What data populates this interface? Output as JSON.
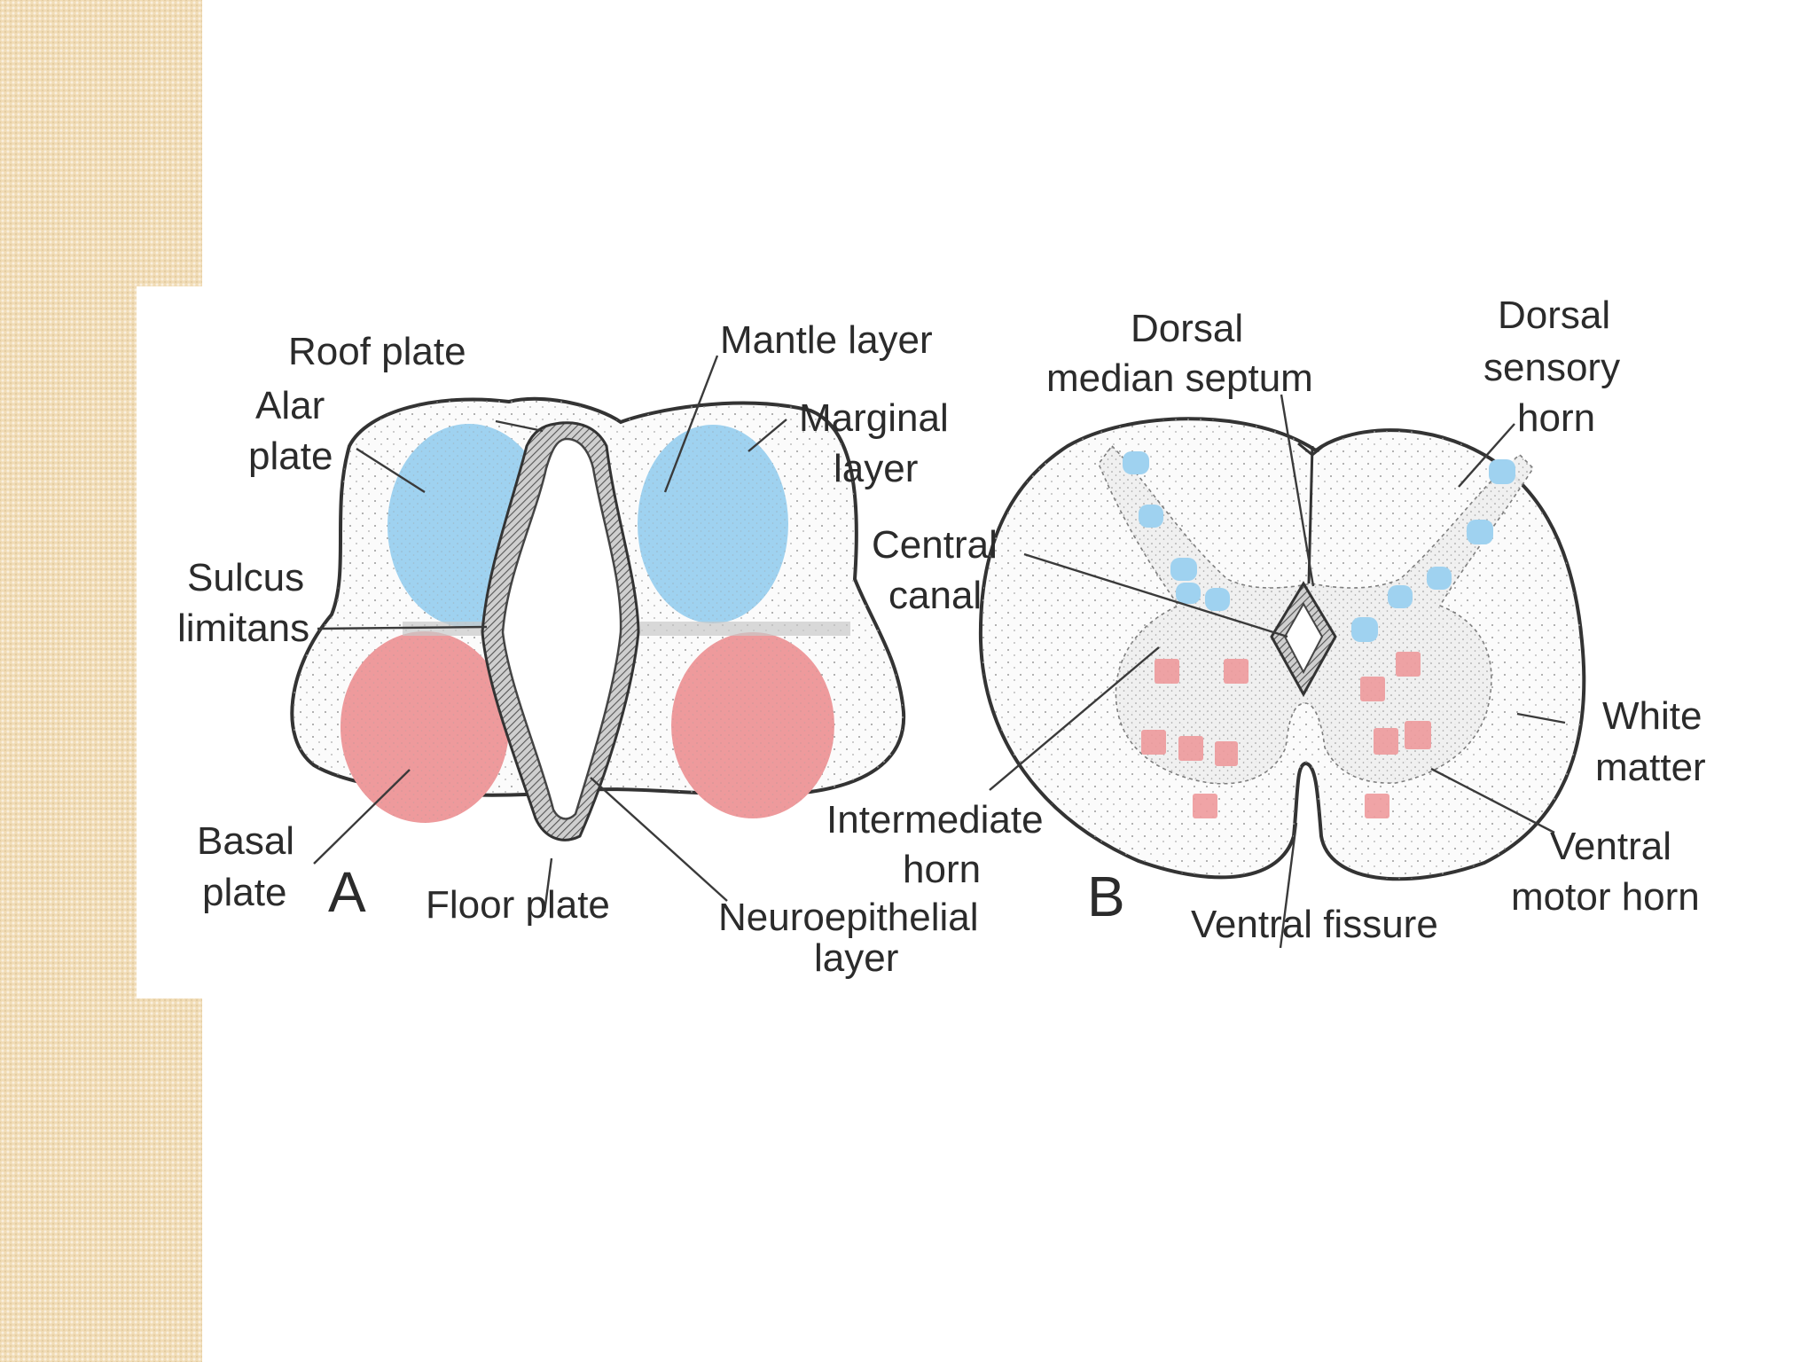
{
  "diagram": {
    "panel_a": {
      "letter": "A",
      "labels": {
        "roof_plate": "Roof plate",
        "alar_plate": [
          "Alar",
          "plate"
        ],
        "sulcus_limitans": [
          "Sulcus",
          "limitans"
        ],
        "basal_plate": [
          "Basal",
          "plate"
        ],
        "floor_plate": "Floor plate",
        "mantle_layer": "Mantle layer",
        "marginal_layer": [
          "Marginal",
          "layer"
        ],
        "neuroepithelial_layer": [
          "Neuroepithelial",
          "layer"
        ]
      }
    },
    "panel_b": {
      "letter": "B",
      "labels": {
        "dorsal_median_septum": [
          "Dorsal",
          "median septum"
        ],
        "dorsal_sensory_horn": [
          "Dorsal",
          "sensory",
          "horn"
        ],
        "central_canal": [
          "Central",
          "canal"
        ],
        "intermediate_horn": [
          "Intermediate",
          "horn"
        ],
        "white_matter": [
          "White",
          "matter"
        ],
        "ventral_motor_horn": [
          "Ventral",
          "motor horn"
        ],
        "ventral_fissure": "Ventral fissure"
      }
    },
    "colors": {
      "alar_blue": "#9fd2f0",
      "basal_red": "#ee9a9c",
      "outline": "#333333",
      "side_strip": "#f1dcb6"
    }
  }
}
